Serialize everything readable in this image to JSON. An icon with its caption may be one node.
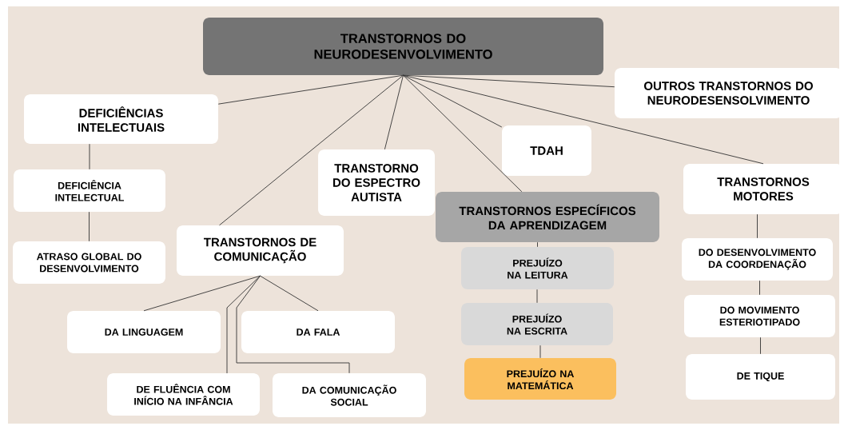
{
  "diagram": {
    "nodes": [
      {
        "text": [
          "TRANSTORNOS DO NEURODESENVOLVIMENTO"
        ]
      },
      {
        "text": [
          "DEFICIÊNCIAS INTELECTUAIS"
        ]
      },
      {
        "text": [
          "DEFICIÊNCIA INTELECTUAL"
        ]
      },
      {
        "text": [
          "ATRASO GLOBAL DO DESENVOLVIMENTO"
        ]
      },
      {
        "text": [
          "TRANSTORNO DO ESPECTRO AUTISTA"
        ]
      },
      {
        "text": [
          "TRANSTORNOS DE COMUNICAÇÃO"
        ]
      },
      {
        "text": [
          "DA LINGUAGEM"
        ]
      },
      {
        "text": [
          "DA FALA"
        ]
      },
      {
        "text": [
          "DE FLUÊNCIA COM INÍCIO NA INFÂNCIA"
        ]
      },
      {
        "text": [
          "DA COMUNICAÇÃO SOCIAL"
        ]
      },
      {
        "text": [
          "TDAH"
        ]
      },
      {
        "text": [
          "OUTROS TRANSTORNOS DO NEURODESENSOLVIMENTO"
        ]
      },
      {
        "text": [
          "TRANSTORNOS ESPECÍFICOS DA APRENDIZAGEM"
        ]
      },
      {
        "text": [
          "PREJUÍZO NA LEITURA"
        ]
      },
      {
        "text": [
          "PREJUÍZO NA ESCRITA"
        ]
      },
      {
        "text": [
          "PREJUÍZO NA MATEMÁTICA"
        ]
      },
      {
        "text": [
          "TRANSTORNOS MOTORES"
        ]
      },
      {
        "text": [
          "DO DESENVOLVIMENTO DA COORDENAÇÃO"
        ]
      },
      {
        "text": [
          "DO MOVIMENTO ESTERIOTIPADO"
        ]
      },
      {
        "text": [
          "DE TIQUE"
        ]
      }
    ],
    "edges": [
      {
        "from": 0,
        "to": 1,
        "arrow": "none"
      },
      {
        "from": 0,
        "to": 5,
        "arrow": "none"
      },
      {
        "from": 0,
        "to": 4,
        "arrow": "none"
      },
      {
        "from": 0,
        "to": 12,
        "arrow": "none"
      },
      {
        "from": 0,
        "to": 10,
        "arrow": "none"
      },
      {
        "from": 0,
        "to": 11,
        "arrow": "none"
      },
      {
        "from": 0,
        "to": 16,
        "arrow": "none"
      },
      {
        "from": 1,
        "to": 2,
        "arrow": "none"
      },
      {
        "from": 2,
        "to": 3,
        "arrow": "none"
      },
      {
        "from": 5,
        "to": 6,
        "arrow": "none"
      },
      {
        "from": 5,
        "to": 8,
        "arrow": "none"
      },
      {
        "from": 5,
        "to": 7,
        "arrow": "none"
      },
      {
        "from": 5,
        "to": 9,
        "arrow": "none"
      },
      {
        "from": 12,
        "to": 13,
        "arrow": "none"
      },
      {
        "from": 13,
        "to": 14,
        "arrow": "none"
      },
      {
        "from": 14,
        "to": 15,
        "arrow": "none"
      },
      {
        "from": 16,
        "to": 17,
        "arrow": "none"
      },
      {
        "from": 17,
        "to": 18,
        "arrow": "none"
      },
      {
        "from": 18,
        "to": 19,
        "arrow": "none"
      }
    ]
  }
}
